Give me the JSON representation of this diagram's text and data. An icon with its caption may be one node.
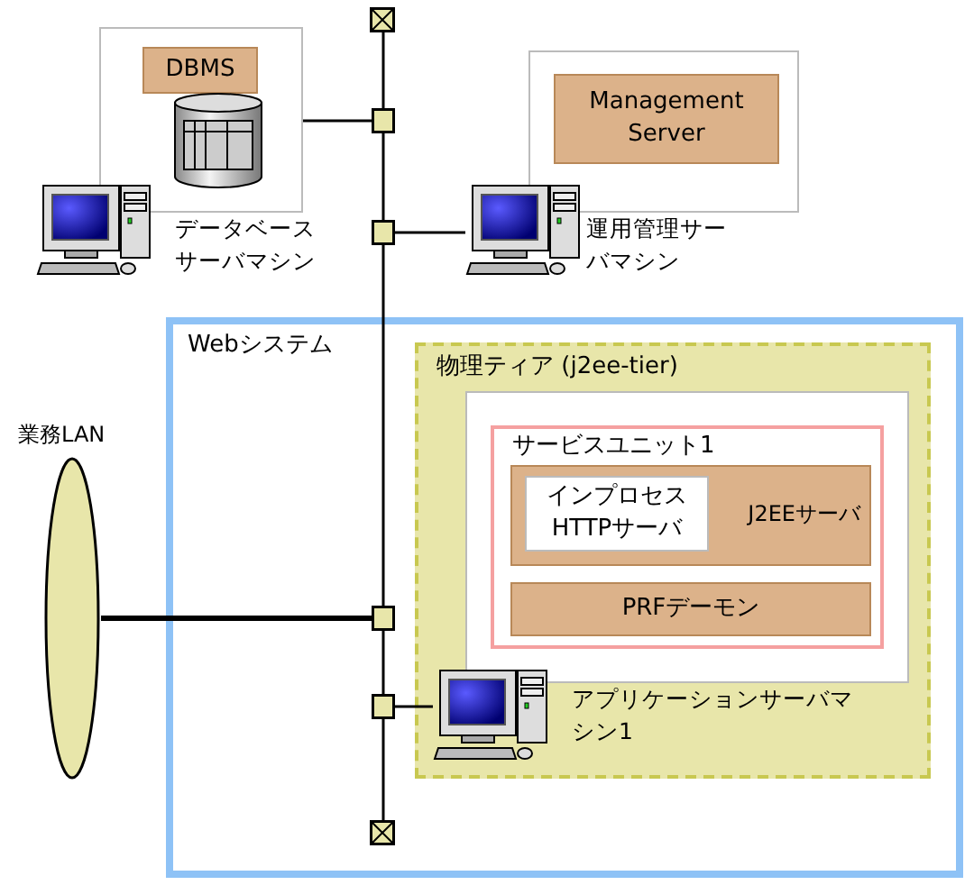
{
  "diagram": {
    "nodes": [
      {
        "text": [],
        "shape": "box"
      },
      {
        "text": [],
        "shape": "box"
      },
      {
        "text": [
          "DBMS"
        ],
        "in": 1
      },
      {
        "text": [],
        "shape": "cylinder",
        "in": 1
      },
      {
        "text": [],
        "shape": "box"
      },
      {
        "text": [],
        "shape": "box"
      },
      {
        "text": [
          "Management Server"
        ],
        "in": 5
      },
      {
        "text": [],
        "shape": "computer",
        "beside": [
          "データベースサーバマシン"
        ]
      },
      {
        "text": [],
        "shape": "box"
      },
      {
        "text": [],
        "shape": "computer",
        "beside": [
          "運用管理サーバマシン"
        ]
      },
      {
        "text": [
          "Webシステム"
        ]
      },
      {
        "text": [
          "物理ティア (j2ee-tier)"
        ],
        "in": 10
      },
      {
        "text": [],
        "shape": "box",
        "in": 11
      },
      {
        "text": [
          "サービスユニット1"
        ],
        "in": 12
      },
      {
        "text": [
          "J2EEサーバ"
        ],
        "in": 13
      },
      {
        "text": [
          "インプロセスHTTPサーバ"
        ],
        "in": 14
      },
      {
        "text": [
          "PRFデーモン"
        ],
        "in": 13
      },
      {
        "text": [
          "業務LAN"
        ]
      },
      {
        "text": [],
        "shape": "box",
        "in": 10
      },
      {
        "text": [],
        "shape": "box",
        "in": 10
      },
      {
        "text": [],
        "shape": "computer",
        "in": 11,
        "beside": [
          "アプリケーションサーバマシン1"
        ]
      },
      {
        "text": [],
        "shape": "box",
        "in": 10
      }
    ],
    "edges": [
      {
        "from": 0,
        "to": 4,
        "arrow": "none"
      },
      {
        "from": 4,
        "to": 1,
        "arrow": "none"
      },
      {
        "from": 4,
        "to": 8,
        "arrow": "none"
      },
      {
        "from": 8,
        "to": 9,
        "arrow": "none"
      },
      {
        "from": 8,
        "to": 18,
        "arrow": "none"
      },
      {
        "from": 17,
        "to": 18,
        "arrow": "none",
        "style": "thick"
      },
      {
        "from": 18,
        "to": 19,
        "arrow": "none"
      },
      {
        "from": 19,
        "to": 20,
        "arrow": "none"
      },
      {
        "from": 19,
        "to": 21,
        "arrow": "none"
      }
    ]
  }
}
